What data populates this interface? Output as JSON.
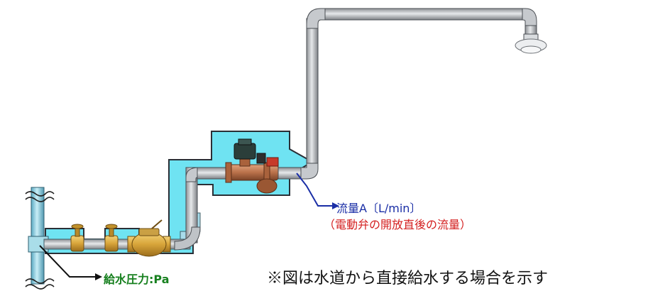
{
  "labels": {
    "flow_rate": "流量A〔L/min〕",
    "flow_note": "（電動弁の開放直後の流量）",
    "supply_pressure": "給水圧力:Pa",
    "note": "※図は水道から直接給水する場合を示す"
  },
  "colors": {
    "pipe": "#b9bcc0",
    "pipe_outline": "#55595e",
    "water": "#6fe3f2",
    "water_outline": "#2a2f36",
    "branch_pipe": "#7ec9df",
    "flow_label": "#1a2ea6",
    "flow_note": "#d42020",
    "pressure_label": "#17801f"
  },
  "icons": [
    "sprinkler-head-icon",
    "electric-valve-icon",
    "gate-valve-icon",
    "water-meter-icon",
    "break-symbol-icon"
  ]
}
